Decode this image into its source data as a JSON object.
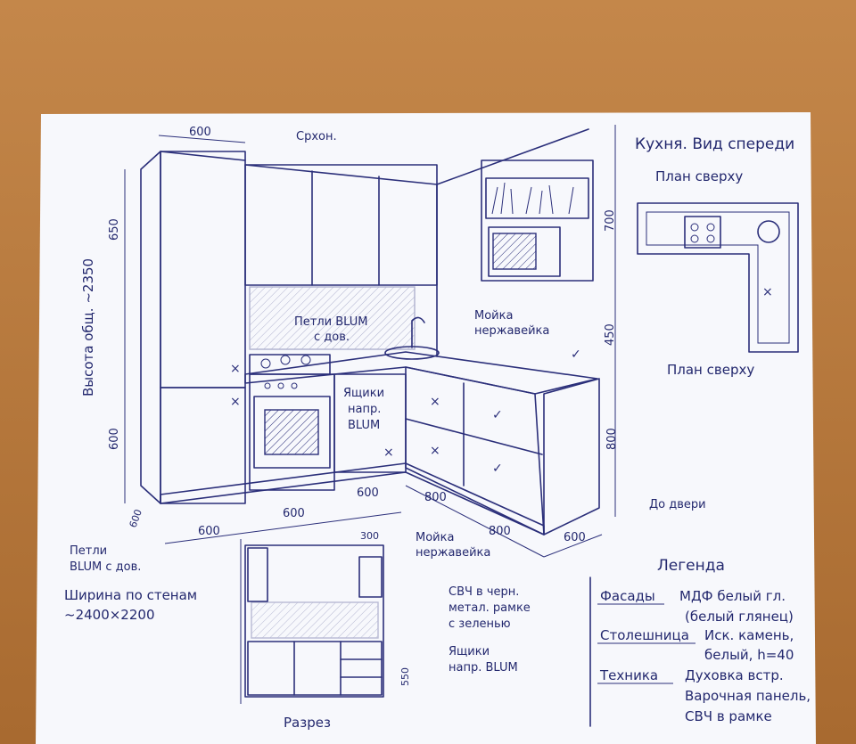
{
  "header": {
    "title": "Кухня. Вид спереди",
    "plan_top_1": "План сверху",
    "plan_top_2": "План сверху"
  },
  "labels": {
    "top_cabinets": "Срхон.",
    "hinges_top_1": "Петли BLUM",
    "hinges_top_2": "с дов.",
    "sink_top_1": "Мойка",
    "sink_top_2": "нержавейка",
    "drawers_1": "Ящики",
    "drawers_2": "напр.",
    "drawers_3": "BLUM",
    "sink_bottom_1": "Мойка",
    "sink_bottom_2": "нержавейка",
    "door": "До двери",
    "hinges_bottom_1": "Петли",
    "hinges_bottom_2": "BLUM с дов.",
    "width_walls_1": "Ширина по стенам",
    "width_walls_2": "~2400×2200",
    "height_total": "Высота общ. ~2350",
    "section": "Разрез",
    "mw_1": "СВЧ в черн.",
    "mw_2": "метал. рамке",
    "mw_3": "с зеленью",
    "drawers_sec_1": "Ящики",
    "drawers_sec_2": "напр. BLUM"
  },
  "dimensions": {
    "top_width": "600",
    "upper_height": "650",
    "base_height_left": "600",
    "depth_left": "600",
    "base_w1": "600",
    "base_w2": "600",
    "base_w3": "600",
    "right_w1": "800",
    "right_w2": "800",
    "right_w3": "600",
    "right_upper": "700",
    "right_mid": "450",
    "right_base": "800",
    "sec_top": "300",
    "sec_side": "550"
  },
  "legend": {
    "title": "Легенда",
    "row1_key": "Фасады",
    "row1_val_1": "МДФ белый гл.",
    "row1_val_2": "(белый глянец)",
    "row2_key": "Столешница",
    "row2_val_1": "Иск. камень,",
    "row2_val_2": "белый, h=40",
    "row3_key": "Техника",
    "row3_val_1": "Духовка встр.",
    "row3_val_2": "Варочная панель,",
    "row3_val_3": "СВЧ в рамке"
  },
  "marks": {
    "cross": "×",
    "check": "✓"
  },
  "colors": {
    "ink": "#2b2f7a",
    "paper": "#f7f8fc",
    "table": "#b97a3e"
  }
}
